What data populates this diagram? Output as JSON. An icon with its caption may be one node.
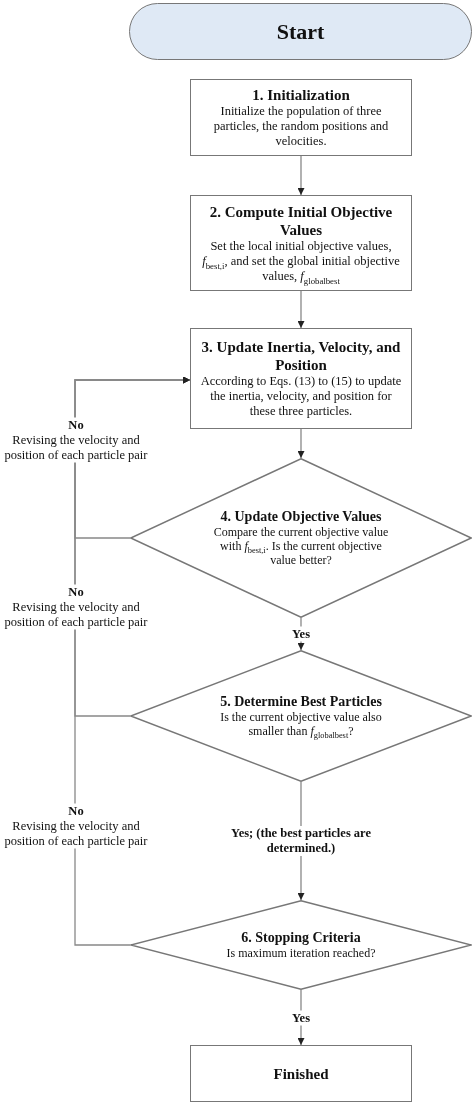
{
  "diagram": {
    "nodes": [
      {
        "text": [
          "Start"
        ]
      },
      {
        "text": [
          "1. Initialization",
          "Initialize the population of three particles, the random positions and velocities."
        ]
      },
      {
        "text": [
          "2. Compute Initial Objective Values",
          "Set the local initial objective values, *f*$_{best,i}$, and set the global initial objective values, *f*$_{globalbest}$"
        ]
      },
      {
        "text": [
          "3. Update Inertia, Velocity, and Position",
          "According to Eqs. (13) to (15) to update the inertia, velocity, and position for these three particles."
        ]
      },
      {
        "text": [
          "4. Update Objective Values",
          "Compare the current objective value with *f*$_{best,i}$. Is the current objective value better?"
        ]
      },
      {
        "text": [
          "5. Determine Best Particles",
          "Is the current objective value also smaller than *f*$_{globalbest}$?"
        ]
      },
      {
        "text": [
          "6. Stopping Criteria",
          "Is maximum iteration reached?"
        ]
      },
      {
        "text": [
          "Finished"
        ]
      }
    ],
    "edges": [
      {
        "from": 1,
        "to": 2,
        "arrow": "to"
      },
      {
        "from": 2,
        "to": 3,
        "arrow": "to"
      },
      {
        "from": 3,
        "to": 4,
        "arrow": "to"
      },
      {
        "from": 4,
        "to": 5,
        "arrow": "to",
        "label": "Yes"
      },
      {
        "from": 5,
        "to": 6,
        "arrow": "to",
        "label": "Yes; (the best particles are determined.)"
      },
      {
        "from": 6,
        "to": 7,
        "arrow": "to",
        "label": "Yes"
      },
      {
        "from": 4,
        "to": 3,
        "arrow": "to",
        "label": "**No** Revising the velocity and position of each particle pair"
      },
      {
        "from": 5,
        "to": 3,
        "arrow": "to",
        "label": "**No** Revising the velocity and position of each particle pair"
      },
      {
        "from": 6,
        "to": 3,
        "arrow": "to",
        "label": "**No** Revising the velocity and position of each particle pair"
      }
    ]
  }
}
